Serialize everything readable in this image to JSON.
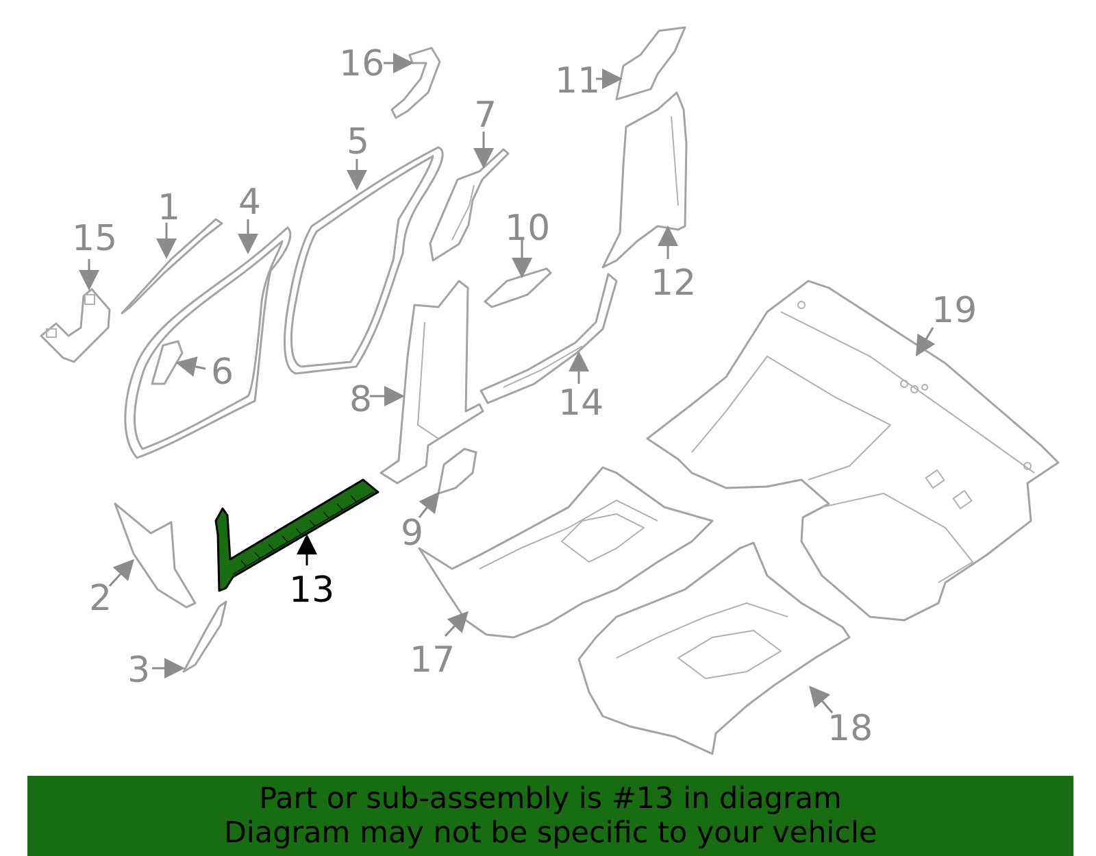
{
  "diagram": {
    "callouts": {
      "c1": "1",
      "c2": "2",
      "c3": "3",
      "c4": "4",
      "c5": "5",
      "c6": "6",
      "c7": "7",
      "c8": "8",
      "c9": "9",
      "c10": "10",
      "c11": "11",
      "c12": "12",
      "c13": "13",
      "c14": "14",
      "c15": "15",
      "c16": "16",
      "c17": "17",
      "c18": "18",
      "c19": "19"
    },
    "highlight_color": "#186c12",
    "line_color": "#a3a3a3"
  },
  "banner": {
    "line1": "Part or sub-assembly is #13 in diagram",
    "line2": "Diagram may not be specific to your vehicle",
    "background": "#186c12"
  }
}
